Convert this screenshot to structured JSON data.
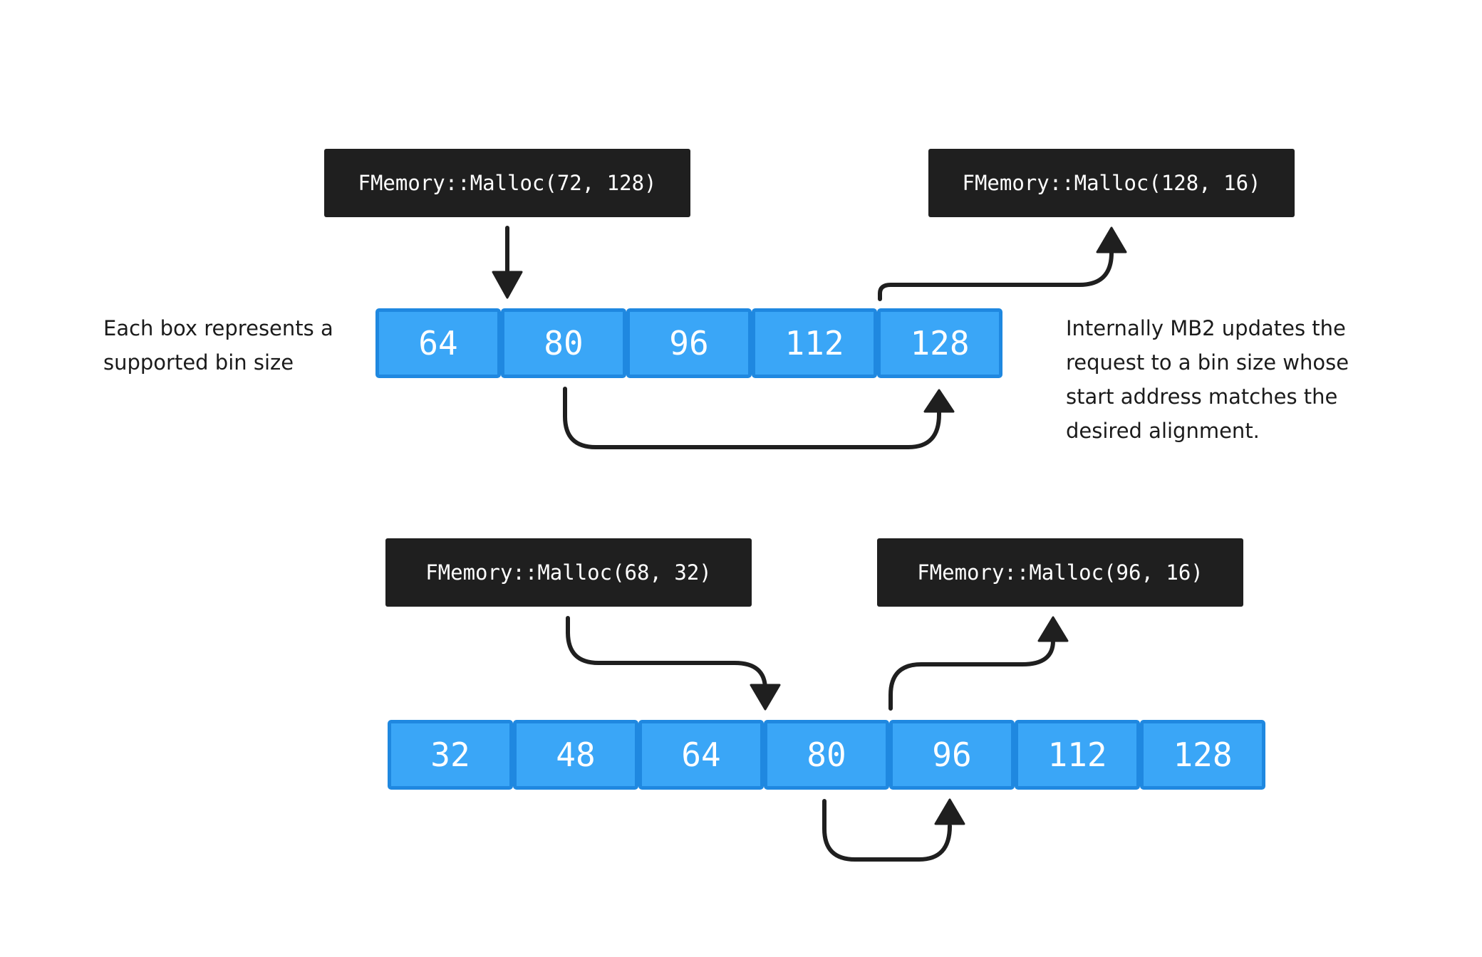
{
  "top": {
    "request_call": "FMemory::Malloc(72, 128)",
    "result_call": "FMemory::Malloc(128, 16)",
    "bins": [
      "64",
      "80",
      "96",
      "112",
      "128"
    ],
    "left_note": [
      "Each box represents a",
      "supported bin size"
    ],
    "right_note": [
      "Internally MB2 updates the",
      "request to a bin size whose",
      "start address matches the",
      "desired alignment."
    ]
  },
  "bottom": {
    "request_call": "FMemory::Malloc(68, 32)",
    "result_call": "FMemory::Malloc(96, 16)",
    "bins": [
      "32",
      "48",
      "64",
      "80",
      "96",
      "112",
      "128"
    ]
  },
  "colors": {
    "bin_fill": "#3aa6f7",
    "bin_border": "#1f88e0",
    "call_box": "#1f1f1f",
    "arrow": "#1f1f1f",
    "text": "#1b1b1b"
  }
}
